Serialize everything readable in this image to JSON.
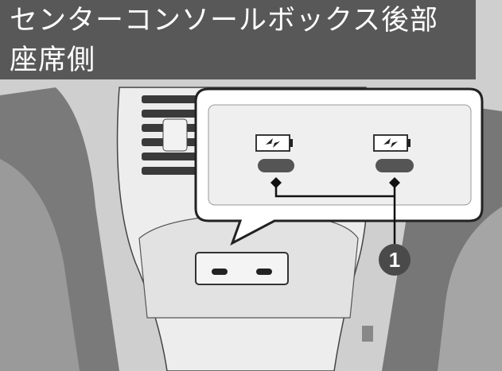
{
  "header": {
    "title_line1": "センターコンソールボックス後部",
    "title_line2": "座席側"
  },
  "callout": {
    "left_port_icon": "battery-charge-icon",
    "right_port_icon": "battery-charge-icon"
  },
  "marker": {
    "number": "1"
  }
}
